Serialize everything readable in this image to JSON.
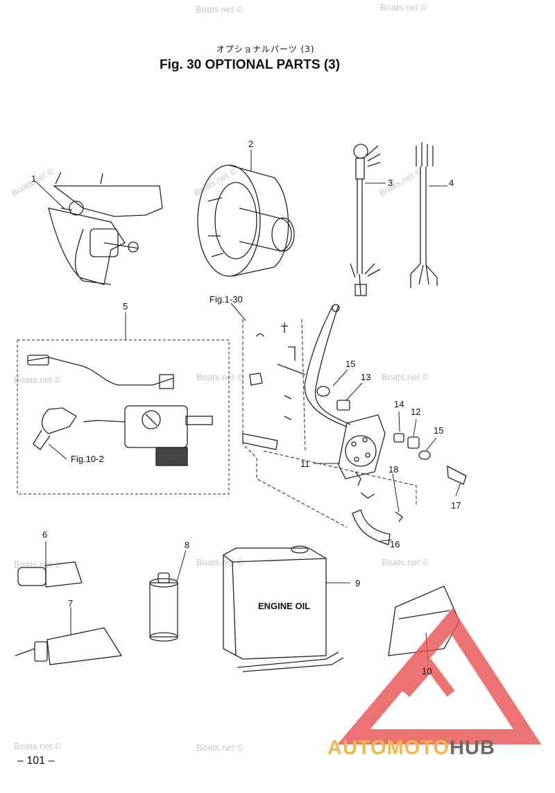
{
  "header": {
    "title_jp": "オプショナルパーツ (3)",
    "title_en": "Fig. 30    OPTIONAL PARTS  (3)"
  },
  "watermark": {
    "text": "Boats.net ©"
  },
  "callouts": [
    "1",
    "2",
    "3",
    "4",
    "5",
    "6",
    "7",
    "8",
    "9",
    "10",
    "11",
    "12",
    "13",
    "14",
    "15",
    "15",
    "16",
    "17",
    "18"
  ],
  "refs": {
    "fig_1_30": "Fig.1-30",
    "fig_10_2": "Fig.10-2"
  },
  "engine_oil_label": "ENGINE OIL",
  "footer": {
    "page_number": "– 101 –"
  },
  "logo": {
    "part1": "AUTOMOTO",
    "part2": "HUB",
    "colors": {
      "red": "#e8504f",
      "gold": "#f2b84a",
      "grey": "#6a6a6a"
    }
  }
}
